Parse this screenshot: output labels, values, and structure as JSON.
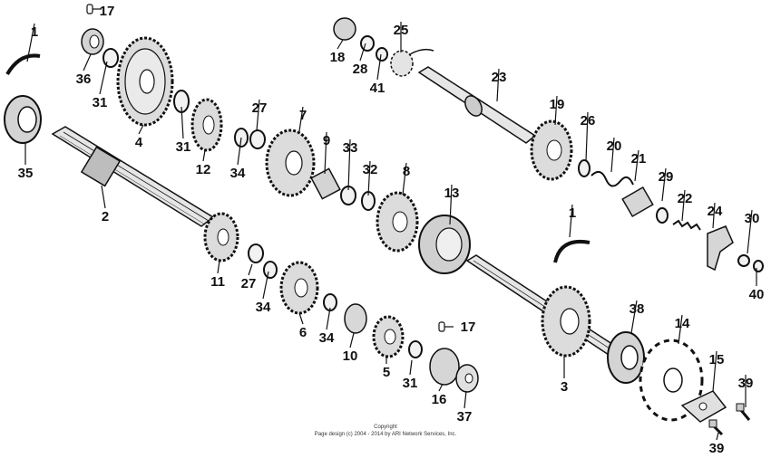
{
  "colors": {
    "ink": "#111111",
    "paper": "#ffffff",
    "metal": "#d9d9d9",
    "shade": "#9a9a9a"
  },
  "callouts": [
    {
      "id": "c17a",
      "text": "17"
    },
    {
      "id": "c1a",
      "text": "1"
    },
    {
      "id": "c36",
      "text": "36"
    },
    {
      "id": "c31a",
      "text": "31"
    },
    {
      "id": "c4",
      "text": "4"
    },
    {
      "id": "c35",
      "text": "35"
    },
    {
      "id": "c2",
      "text": "2"
    },
    {
      "id": "c31b",
      "text": "31"
    },
    {
      "id": "c12",
      "text": "12"
    },
    {
      "id": "c34a",
      "text": "34"
    },
    {
      "id": "c27a",
      "text": "27"
    },
    {
      "id": "c7",
      "text": "7"
    },
    {
      "id": "c9",
      "text": "9"
    },
    {
      "id": "c33",
      "text": "33"
    },
    {
      "id": "c32",
      "text": "32"
    },
    {
      "id": "c8",
      "text": "8"
    },
    {
      "id": "c13",
      "text": "13"
    },
    {
      "id": "c18",
      "text": "18"
    },
    {
      "id": "c28",
      "text": "28"
    },
    {
      "id": "c41",
      "text": "41"
    },
    {
      "id": "c25",
      "text": "25"
    },
    {
      "id": "c23",
      "text": "23"
    },
    {
      "id": "c19",
      "text": "19"
    },
    {
      "id": "c26",
      "text": "26"
    },
    {
      "id": "c20",
      "text": "20"
    },
    {
      "id": "c21",
      "text": "21"
    },
    {
      "id": "c29",
      "text": "29"
    },
    {
      "id": "c22",
      "text": "22"
    },
    {
      "id": "c24",
      "text": "24"
    },
    {
      "id": "c30",
      "text": "30"
    },
    {
      "id": "c40",
      "text": "40"
    },
    {
      "id": "c1b",
      "text": "1"
    },
    {
      "id": "c11",
      "text": "11"
    },
    {
      "id": "c27b",
      "text": "27"
    },
    {
      "id": "c34b",
      "text": "34"
    },
    {
      "id": "c6",
      "text": "6"
    },
    {
      "id": "c34c",
      "text": "34"
    },
    {
      "id": "c10",
      "text": "10"
    },
    {
      "id": "c5",
      "text": "5"
    },
    {
      "id": "c17b",
      "text": "17"
    },
    {
      "id": "c31c",
      "text": "31"
    },
    {
      "id": "c16",
      "text": "16"
    },
    {
      "id": "c37",
      "text": "37"
    },
    {
      "id": "c3",
      "text": "3"
    },
    {
      "id": "c38",
      "text": "38"
    },
    {
      "id": "c14",
      "text": "14"
    },
    {
      "id": "c15",
      "text": "15"
    },
    {
      "id": "c39a",
      "text": "39"
    },
    {
      "id": "c39b",
      "text": "39"
    }
  ],
  "copyright": {
    "line1": "Copyright",
    "line2": "Page design (c) 2004 - 2014 by ARI Network Services, Inc."
  }
}
